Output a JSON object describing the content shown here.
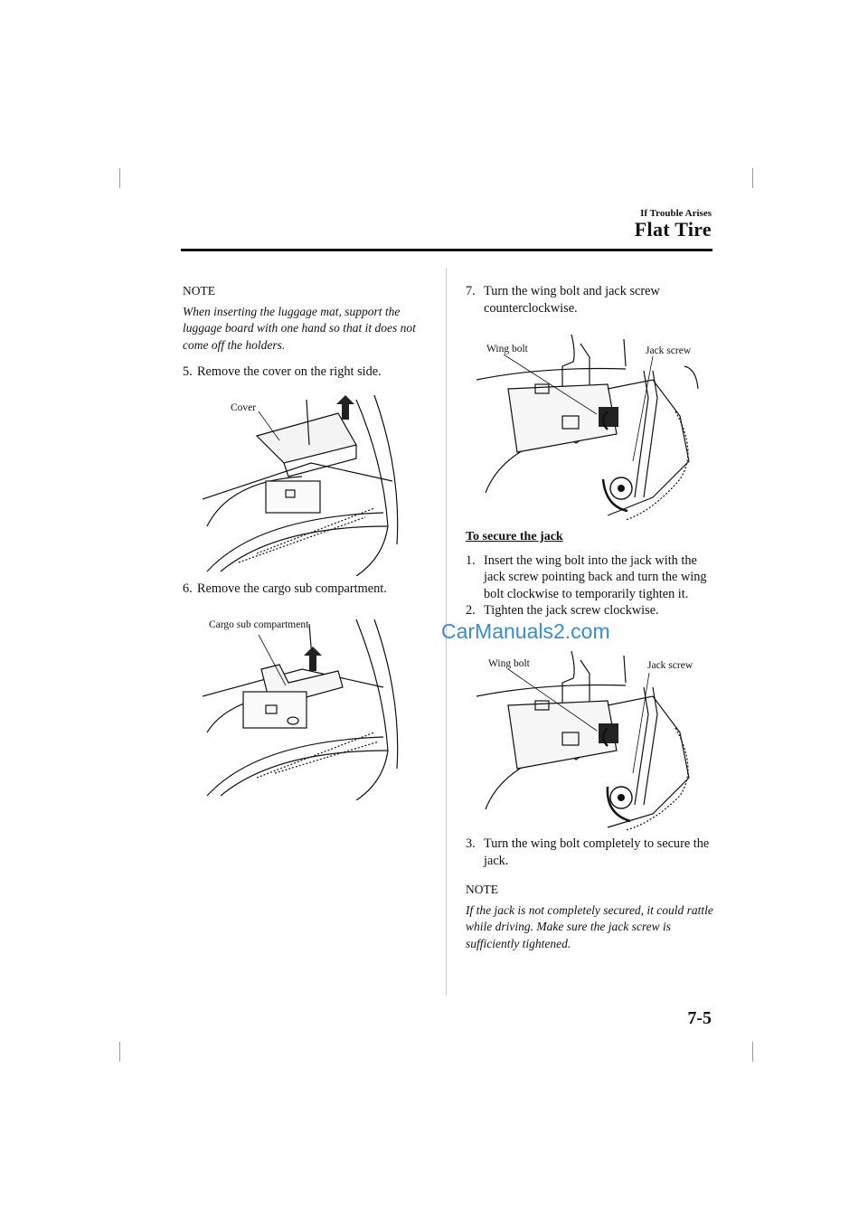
{
  "header": {
    "section": "If Trouble Arises",
    "title": "Flat Tire"
  },
  "left": {
    "note_heading": "NOTE",
    "note_text": "When inserting the luggage mat, support the luggage board with one hand so that it does not come off the holders.",
    "step5_num": "5.",
    "step5_text": "Remove the cover on the right side.",
    "fig1_label": "Cover",
    "step6_num": "6.",
    "step6_text": "Remove the cargo sub compartment.",
    "fig2_label": "Cargo sub compartment"
  },
  "right": {
    "step7_num": "7.",
    "step7_text": "Turn the wing bolt and jack screw counterclockwise.",
    "fig3_label_wing": "Wing bolt",
    "fig3_label_jack": "Jack screw",
    "secure_heading": "To secure the jack",
    "s1_num": "1.",
    "s1_text": "Insert the wing bolt into the jack with the jack screw pointing back and turn the wing bolt clockwise to temporarily tighten it.",
    "s2_num": "2.",
    "s2_text": "Tighten the jack screw clockwise.",
    "fig4_label_wing": "Wing bolt",
    "fig4_label_jack": "Jack screw",
    "s3_num": "3.",
    "s3_text": "Turn the wing bolt completely to secure the jack.",
    "note_heading": "NOTE",
    "note_text": "If the jack is not completely secured, it could rattle while driving. Make sure the jack screw is sufficiently tightened."
  },
  "watermark": "CarManuals2.com",
  "page_number": "7-5"
}
